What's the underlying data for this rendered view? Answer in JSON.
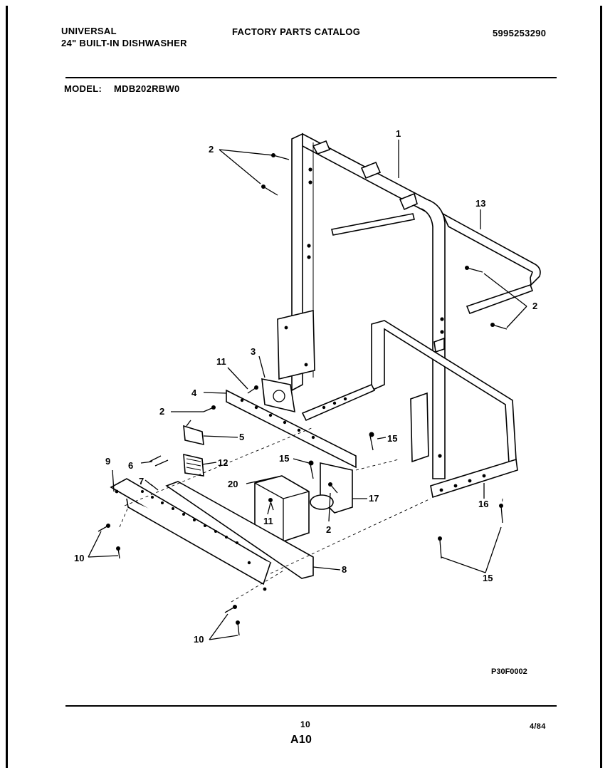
{
  "header": {
    "brand": "UNIVERSAL",
    "product": "24\" BUILT-IN DISHWASHER",
    "catalog_title": "FACTORY PARTS CATALOG",
    "catalog_number": "5995253290"
  },
  "model": {
    "label": "MODEL:",
    "value": "MDB202RBW0"
  },
  "callouts": {
    "c1": "1",
    "c2a": "2",
    "c2b": "2",
    "c2c": "2",
    "c2d": "2",
    "c3": "3",
    "c4": "4",
    "c5": "5",
    "c6": "6",
    "c7": "7",
    "c8": "8",
    "c9": "9",
    "c10a": "10",
    "c10b": "10",
    "c11a": "11",
    "c11b": "11",
    "c12": "12",
    "c13": "13",
    "c15a": "15",
    "c15b": "15",
    "c15c": "15",
    "c16": "16",
    "c17": "17",
    "c20": "20"
  },
  "diagram_code": "P30F0002",
  "footer": {
    "page_number": "10",
    "section": "A10",
    "date": "4/84"
  }
}
